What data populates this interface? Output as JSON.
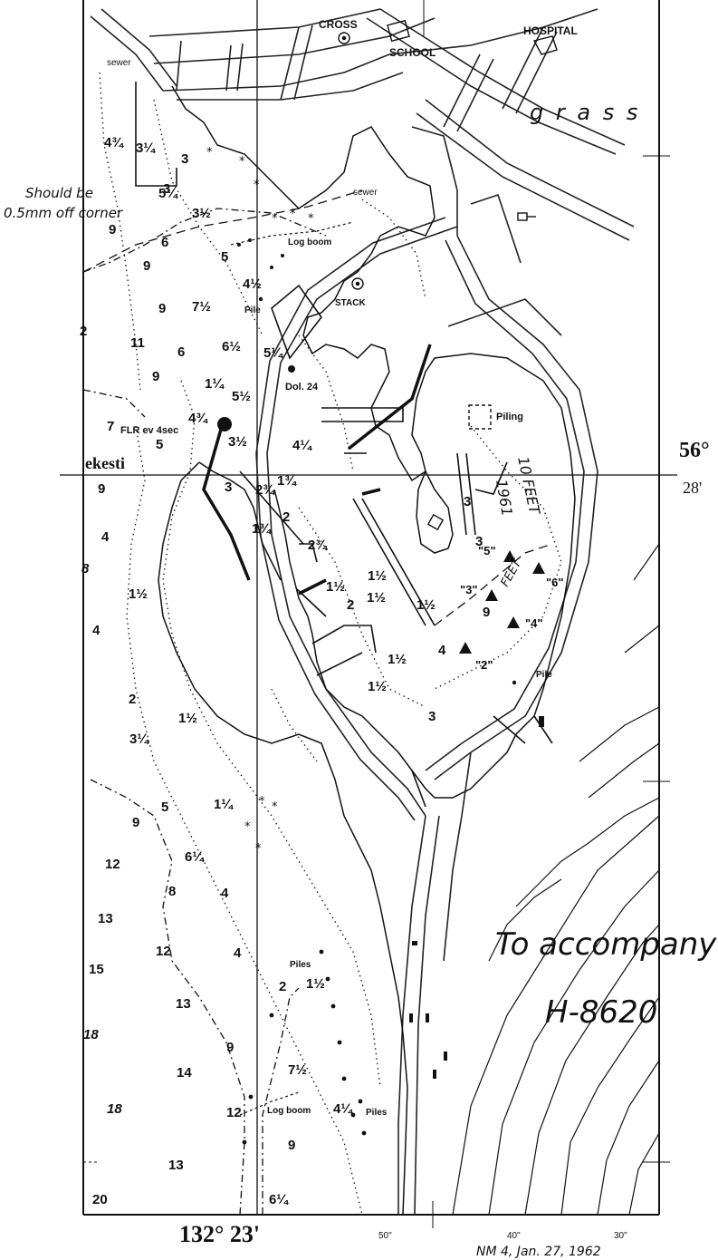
{
  "labels": {
    "cross": "CROSS",
    "school": "SCHOOL",
    "hospital": "HOSPITAL",
    "grass": "g r a s s",
    "sewer_top": "sewer",
    "sewer_mid": "sewer",
    "log_boom_top": "Log boom",
    "stack": "STACK",
    "pile_upper": "Pile",
    "dol": "Dol. 24",
    "piling": "Piling",
    "flr": "FLR ev 4sec",
    "ekesti": "ekesti",
    "ten_feet": "10 FEET",
    "year": "1961",
    "feet_small": "FEET",
    "pile_right": "Pile",
    "piles_lower": "Piles",
    "log_boom_bottom": "Log boom",
    "piles_bottom": "Piles"
  },
  "annotations": {
    "should_be_line1": "Should be",
    "should_be_line2": "0.5mm off corner",
    "accompany_line1": "To accompany",
    "accompany_line2": "H-8620"
  },
  "triangulation": {
    "s2": "\"2\"",
    "s3": "\"3\"",
    "s4": "\"4\"",
    "s5": "\"5\"",
    "s6": "\"6\""
  },
  "coordinates": {
    "lat_deg": "56°",
    "lat_min": "28'",
    "lon_main": "132° 23'",
    "tick_50": "50\"",
    "tick_40": "40\"",
    "tick_30": "30\""
  },
  "footer": {
    "notice": "NM 4, Jan. 27, 1962"
  },
  "soundings": [
    "4¾",
    "3¼",
    "3",
    "5¼",
    "3",
    "3½",
    "9",
    "6",
    "9",
    "5",
    "4½",
    "7½",
    "9",
    "2",
    "11",
    "6",
    "6½",
    "5¼",
    "9",
    "1¼",
    "5½",
    "4¾",
    "7",
    "5",
    "3½",
    "4¼",
    "9",
    "4",
    "2¾",
    "1¾",
    "3",
    "8",
    "1½",
    "1¾",
    "2",
    "2¾",
    "4",
    "1½",
    "1½",
    "1½",
    "1½",
    "2",
    "4",
    "2",
    "1½",
    "1½",
    "3",
    "3",
    "3",
    "9",
    "3¼",
    "1½",
    "1¼",
    "5",
    "9",
    "12",
    "6¼",
    "8",
    "13",
    "4",
    "4",
    "12",
    "15",
    "13",
    "2",
    "1½",
    "9",
    "18",
    "7½",
    "14",
    "4¼",
    "12",
    "18",
    "9",
    "13",
    "20",
    "6¼"
  ]
}
